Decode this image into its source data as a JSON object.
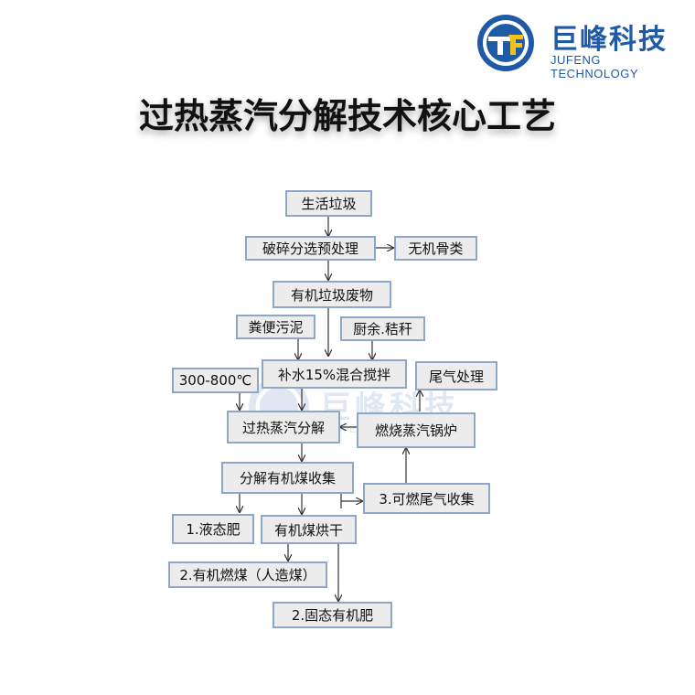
{
  "brand": {
    "name_cn": "巨峰科技",
    "name_en": "JUFENG TECHNOLOGY",
    "logo_icon": "jufeng-logo",
    "color": "#1f5aa6"
  },
  "title": "过热蒸汽分解技术核心工艺",
  "diagram": {
    "nodes": {
      "domestic_waste": "生活垃圾",
      "crushing_sorting": "破碎分选预处理",
      "inorganic_bones": "无机骨类",
      "organic_waste": "有机垃圾废物",
      "manure_sludge": "粪便污泥",
      "kitchen_straw": "厨余.秸秆",
      "water_mixing": "补水15%混合搅拌",
      "exhaust_treatment": "尾气处理",
      "temperature": "300-800℃",
      "steam_decomposition": "过热蒸汽分解",
      "steam_boiler": "燃烧蒸汽锅炉",
      "coal_collection": "分解有机煤收集",
      "combustible_gas": "3.可燃尾气收集",
      "liquid_fertilizer": "1.液态肥",
      "coal_drying": "有机煤烘干",
      "artificial_coal": "2.有机燃煤（人造煤）",
      "solid_fertilizer": "2.固态有机肥"
    },
    "box_fill": "#ececec",
    "box_border": "#8ea6c8",
    "arrow_color": "#333333"
  }
}
